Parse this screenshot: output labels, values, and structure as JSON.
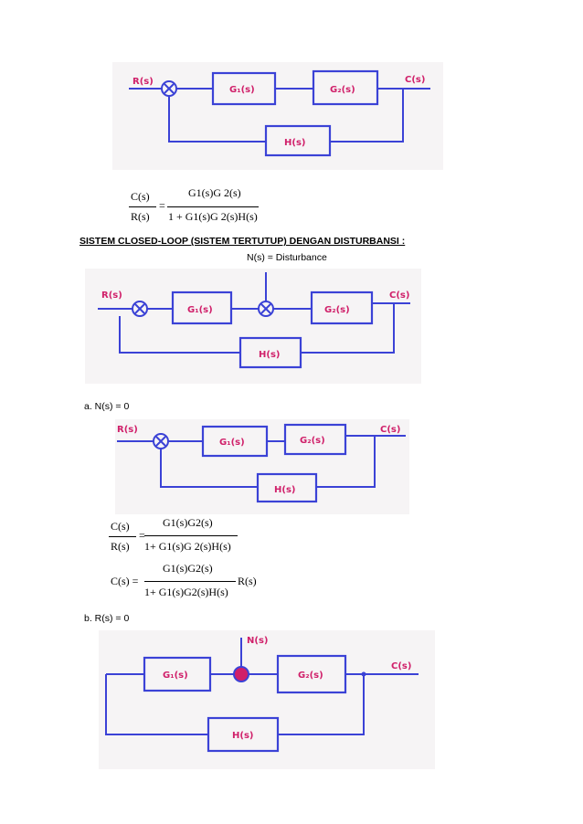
{
  "diagram1": {
    "input": "R(s)",
    "output": "C(s)",
    "g1": "G₁(s)",
    "g2": "G₂(s)",
    "h": "H(s)"
  },
  "formula1": {
    "lhs_num": "C(s)",
    "lhs_den": "R(s)",
    "eq": "=",
    "rhs_num": "G1(s)G 2(s)",
    "rhs_den": "1 + G1(s)G 2(s)H(s)"
  },
  "heading": "SISTEM CLOSED-LOOP (SISTEM TERTUTUP) DENGAN DISTURBANSI :",
  "disturbance_label": "N(s) = Disturbance",
  "diagram2": {
    "input": "R(s)",
    "output": "C(s)",
    "g1": "G₁(s)",
    "g2": "G₂(s)",
    "h": "H(s)"
  },
  "case_a": "a.    N(s) = 0",
  "diagram3": {
    "input": "R(s)",
    "output": "C(s)",
    "g1": "G₁(s)",
    "g2": "G₂(s)",
    "h": "H(s)"
  },
  "formula2": {
    "lhs_num": "C(s)",
    "lhs_den": "R(s)",
    "eq": "=",
    "rhs_num": "G1(s)G2(s)",
    "rhs_den": "1+ G1(s)G 2(s)H(s)"
  },
  "formula3": {
    "lhs": "C(s) =",
    "rhs_num": "G1(s)G2(s)",
    "rhs_den": "1+ G1(s)G2(s)H(s)",
    "tail": "R(s)"
  },
  "case_b": "b.    R(s) = 0",
  "diagram4": {
    "input": "N(s)",
    "output": "C(s)",
    "g1": "G₁(s)",
    "g2": "G₂(s)",
    "h": "H(s)"
  }
}
